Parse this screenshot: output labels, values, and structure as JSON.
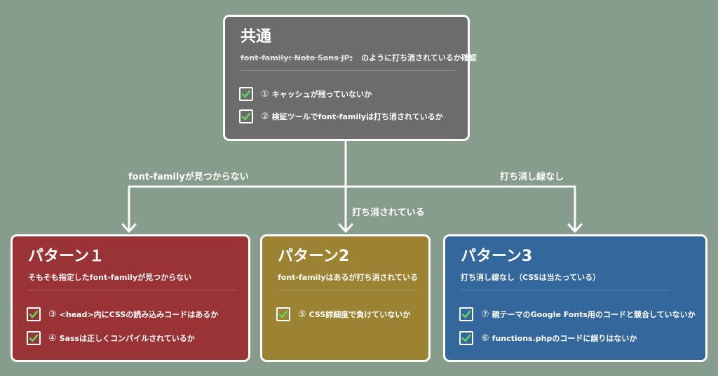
{
  "colors": {
    "background": "#869d8b",
    "common_box": "#6c6c6c",
    "pattern1_box": "#993335",
    "pattern2_box": "#9b8333",
    "pattern3_box": "#34679b",
    "checkmark": "#5cd65c",
    "line": "#ffffff"
  },
  "common": {
    "title": "共通",
    "subtitle_strike": "font-family: Noto Sans JP;",
    "subtitle_rest": "のように打ち消されているか確認",
    "items": [
      {
        "num": "①",
        "text": "キャッシュが残っていないか",
        "checked": true
      },
      {
        "num": "②",
        "text": "検証ツールでfont-familyは打ち消されているか",
        "checked": true
      }
    ]
  },
  "branches": {
    "left_label": "font-familyが見つからない",
    "center_label": "打ち消されている",
    "right_label": "打ち消し線なし"
  },
  "patterns": [
    {
      "title": "パターン１",
      "subtitle": "そもそも指定したfont-familyが見つからない",
      "items": [
        {
          "num": "③",
          "text": "<head>内にCSSの読み込みコードはあるか",
          "checked": true
        },
        {
          "num": "④",
          "text": "Sassは正しくコンパイルされているか",
          "checked": true
        }
      ]
    },
    {
      "title": "パターン2",
      "subtitle": "font-familyはあるが打ち消されている",
      "items": [
        {
          "num": "⑤",
          "text": "CSS詳細度で負けていないか",
          "checked": true
        }
      ]
    },
    {
      "title": "パターン3",
      "subtitle": "打ち消し線なし（CSSは当たっている）",
      "items": [
        {
          "num": "⑦",
          "text": "親テーマのGoogle Fonts用のコードと競合していないか",
          "checked": true
        },
        {
          "num": "⑥",
          "text": "functions.phpのコードに誤りはないか",
          "checked": true
        }
      ]
    }
  ]
}
